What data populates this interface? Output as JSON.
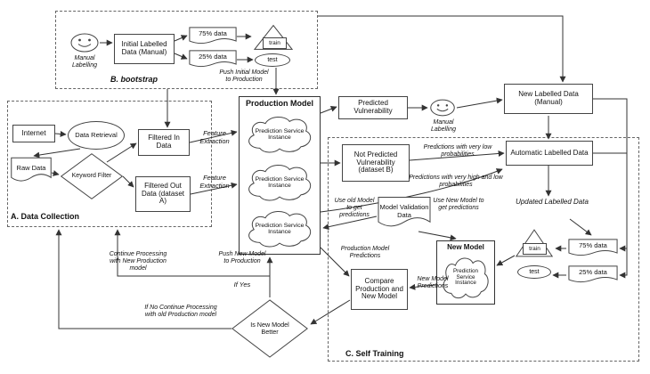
{
  "sections": {
    "a": "A. Data Collection",
    "b": "B. bootstrap",
    "c": "C. Self Training"
  },
  "nodes": {
    "manual_labelling_b": "Manual Labelling",
    "initial_labelled": "Initial Labelled Data (Manual)",
    "data75_b": "75% data",
    "data25_b": "25% data",
    "train_b": "train",
    "test_b": "test",
    "internet": "Internet",
    "data_retrieval": "Data Retrieval",
    "raw_data": "Raw Data",
    "keyword_filter": "Keyword Filter",
    "filtered_in": "Filtered In Data",
    "filtered_out": "Filtered Out Data (dataset A)",
    "production_title": "Production Model",
    "prediction_service": "Prediction Service Instance",
    "predicted_vulnerability": "Predicted Vulnerability",
    "manual_labelling_r": "Manual Labelling",
    "new_labelled": "New Labelled Data (Manual)",
    "not_predicted": "Not Predicted Vulnerability (dataset B)",
    "auto_labelled": "Automatic Labelled Data",
    "data75_r": "75% data",
    "data25_r": "25% data",
    "train_r": "train",
    "test_r": "test",
    "new_model_title": "New Model",
    "model_validation": "Model Validation Data",
    "compare": "Compare Production and New Model",
    "is_better": "Is New Model Better"
  },
  "edge_labels": {
    "push_initial": "Push Initial Model to Production",
    "feature_extraction_in": "Feature Extraction",
    "feature_extraction_out": "Feature Extraction",
    "pred_low": "Predictions with very low probabilities",
    "pred_high_low": "Predictions with very high and low probabilities",
    "updated": "Updated Labelled Data",
    "use_old": "Use old Model to get predictions",
    "use_new": "Use New Model to get predictions",
    "prod_predictions": "Production Model Predictions",
    "new_predictions": "New Model Predictions",
    "if_yes": "If Yes",
    "push_new": "Push New Model to Production",
    "continue_new": "Continue Processing with New Production model",
    "if_no": "If No Continue Processing with old Production model"
  },
  "colors": {
    "line": "#333333",
    "border": "#444444"
  }
}
